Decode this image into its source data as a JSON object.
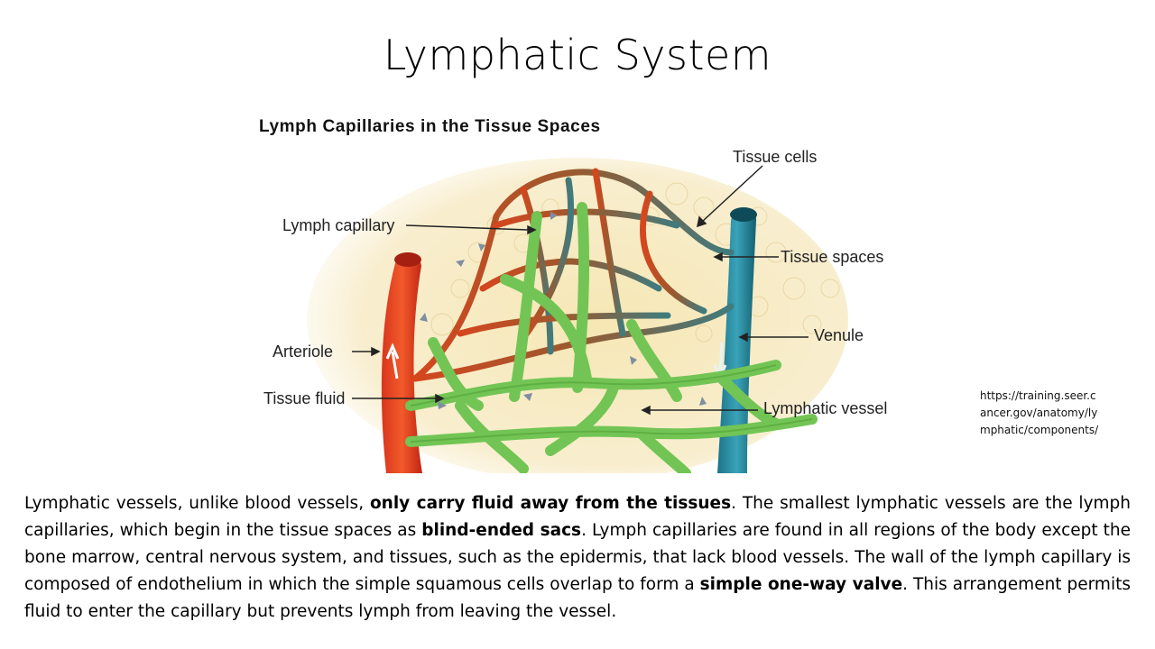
{
  "slide": {
    "title": "Lymphatic System"
  },
  "figure": {
    "title": "Lymph Capillaries in the Tissue Spaces",
    "labels": {
      "tissue_cells": "Tissue cells",
      "lymph_capillary": "Lymph capillary",
      "tissue_spaces": "Tissue spaces",
      "venule": "Venule",
      "arteriole": "Arteriole",
      "tissue_fluid": "Tissue fluid",
      "lymphatic_vessel": "Lymphatic vessel"
    }
  },
  "source": {
    "url": "https://training.seer.cancer.gov/anatomy/lymphatic/components/"
  },
  "body_text": {
    "p1": "Lymphatic vessels, unlike blood vessels, ",
    "b1": "only carry fluid away from the tissues",
    "p2": ". The smallest lymphatic vessels are the lymph capillaries, which begin in the tissue spaces as ",
    "b2": "blind-ended sacs",
    "p3": ". Lymph capillaries are found in all regions of the body except the bone marrow, central nervous system, and tissues, such as the epidermis, that lack blood vessels. The wall of the lymph capillary is composed of endothelium in which the simple squamous cells overlap to form a ",
    "b3": "simple one-way valve",
    "p4": ". This arrangement permits fluid to enter the capillary but prevents lymph from leaving the vessel."
  }
}
